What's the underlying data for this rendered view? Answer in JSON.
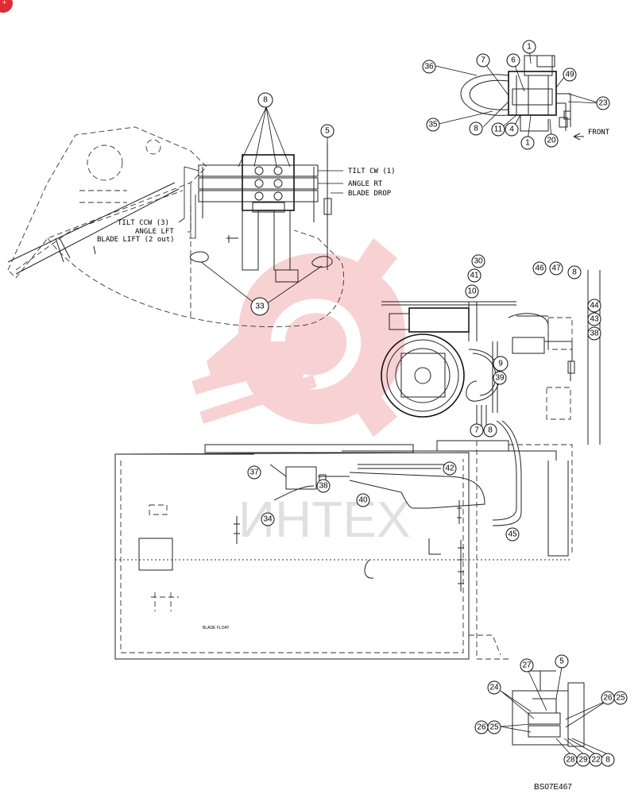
{
  "diagram": {
    "labels": {
      "tilt_cw": "TILT CW (1)",
      "angle_rt": "ANGLE RT",
      "blade_drop": "BLADE DROP",
      "tilt_ccw": "TILT CCW (3)",
      "angle_lft": "ANGLE LFT",
      "blade_lift": "BLADE LIFT (2 out)",
      "front": "FRONT",
      "blade_float": "BLADE FLOAT",
      "drawing_code": "BS07E467",
      "watermark": "ИНТЕХ"
    },
    "callouts": [
      {
        "id": "c-1a",
        "text": "1"
      },
      {
        "id": "c-7a",
        "text": "7"
      },
      {
        "id": "c-6",
        "text": "6"
      },
      {
        "id": "c-36",
        "text": "36"
      },
      {
        "id": "c-49",
        "text": "49"
      },
      {
        "id": "c-23",
        "text": "23"
      },
      {
        "id": "c-35",
        "text": "35"
      },
      {
        "id": "c-8a",
        "text": "8"
      },
      {
        "id": "c-11",
        "text": "11"
      },
      {
        "id": "c-4",
        "text": "4"
      },
      {
        "id": "c-1b",
        "text": "1"
      },
      {
        "id": "c-20",
        "text": "20"
      },
      {
        "id": "c-8b",
        "text": "8"
      },
      {
        "id": "c-5a",
        "text": "5"
      },
      {
        "id": "c-33",
        "text": "33"
      },
      {
        "id": "c-30",
        "text": "30"
      },
      {
        "id": "c-41",
        "text": "41"
      },
      {
        "id": "c-46",
        "text": "46"
      },
      {
        "id": "c-47",
        "text": "47"
      },
      {
        "id": "c-8c",
        "text": "8"
      },
      {
        "id": "c-10",
        "text": "10"
      },
      {
        "id": "c-44",
        "text": "44"
      },
      {
        "id": "c-43",
        "text": "43"
      },
      {
        "id": "c-38a",
        "text": "38"
      },
      {
        "id": "c-9",
        "text": "9"
      },
      {
        "id": "c-39",
        "text": "39"
      },
      {
        "id": "c-7b",
        "text": "7"
      },
      {
        "id": "c-8d",
        "text": "8"
      },
      {
        "id": "c-37",
        "text": "37"
      },
      {
        "id": "c-42",
        "text": "42"
      },
      {
        "id": "c-38b",
        "text": "38"
      },
      {
        "id": "c-40",
        "text": "40"
      },
      {
        "id": "c-34",
        "text": "34"
      },
      {
        "id": "c-45",
        "text": "45"
      },
      {
        "id": "c-27",
        "text": "27"
      },
      {
        "id": "c-5b",
        "text": "5"
      },
      {
        "id": "c-24",
        "text": "24"
      },
      {
        "id": "c-26a",
        "text": "26"
      },
      {
        "id": "c-25a",
        "text": "25"
      },
      {
        "id": "c-26b",
        "text": "26"
      },
      {
        "id": "c-25b",
        "text": "25"
      },
      {
        "id": "c-28",
        "text": "28"
      },
      {
        "id": "c-29",
        "text": "29"
      },
      {
        "id": "c-22",
        "text": "22"
      },
      {
        "id": "c-8e",
        "text": "8"
      }
    ]
  }
}
